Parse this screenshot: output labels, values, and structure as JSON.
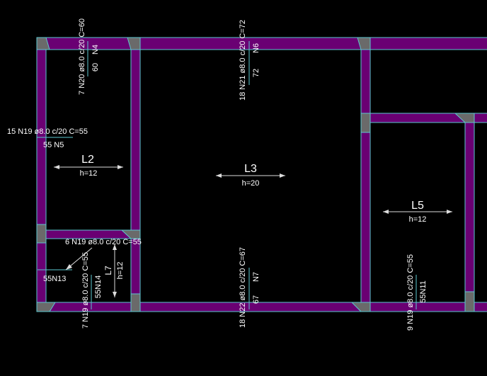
{
  "drawing": {
    "background_color": "#000000",
    "beam_fill_color": "#6a0073",
    "beam_edge_color": "#5cc7d0",
    "pillar_color": "#6a6a6a",
    "text_color": "#ffffff"
  },
  "slabs": {
    "L2": {
      "name": "L2",
      "thickness": "h=12"
    },
    "L3": {
      "name": "L3",
      "thickness": "h=20"
    },
    "L5": {
      "name": "L5",
      "thickness": "h=12"
    },
    "L7": {
      "name": "L7",
      "thickness": "h=12"
    }
  },
  "rebars": {
    "N4": {
      "spec": "7 N20 ø8.0 c/20 C=60",
      "mark": "N4",
      "length": "60"
    },
    "N6": {
      "spec": "18 N21 ø8.0 c/20 C=72",
      "mark": "N6",
      "length": "72"
    },
    "N5": {
      "spec": "15 N19 ø8.0 c/20 C=55",
      "mark": "55  N5"
    },
    "N13": {
      "spec": "6 N19 ø8.0 c/20 C=55",
      "mark": "55N13"
    },
    "N14": {
      "spec": "7 N19 ø8.0 c/20 C=55",
      "mark": "55N14"
    },
    "N7": {
      "spec": "18 N22 ø8.0 c/20 C=67",
      "mark": "N7",
      "length": "67"
    },
    "N11": {
      "spec": "9 N19 ø8.0 c/20 C=55",
      "mark": "55N11"
    }
  }
}
